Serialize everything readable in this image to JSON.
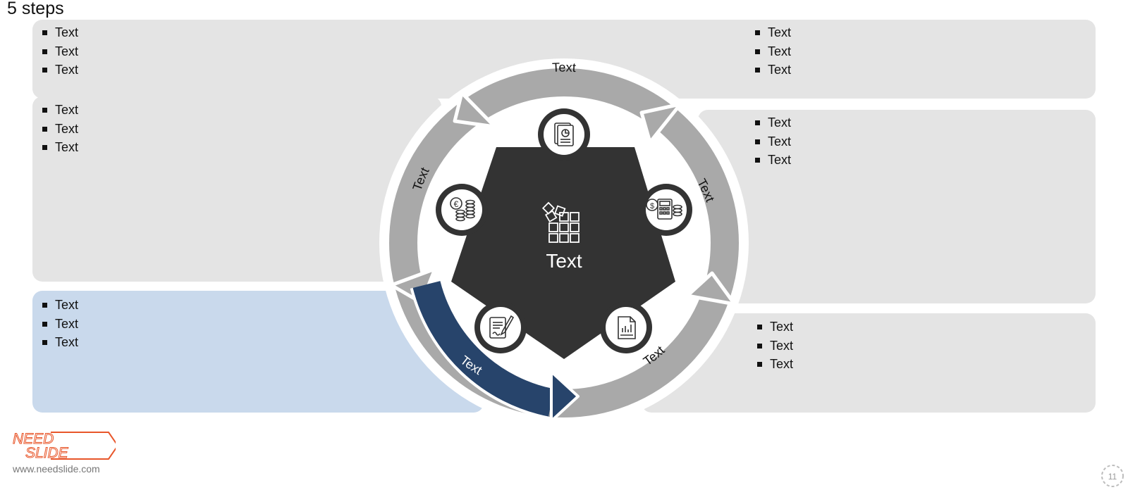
{
  "title": "5 steps",
  "panels": {
    "top_left": [
      "Text",
      "Text",
      "Text"
    ],
    "top_right": [
      "Text",
      "Text",
      "Text"
    ],
    "mid_left": [
      "Text",
      "Text",
      "Text"
    ],
    "mid_right": [
      "Text",
      "Text",
      "Text"
    ],
    "bottom_left": [
      "Text",
      "Text",
      "Text"
    ],
    "bottom_right": [
      "Text",
      "Text",
      "Text"
    ]
  },
  "cycle": {
    "center_label": "Text",
    "arrow_labels": {
      "top": "Text",
      "right": "Text",
      "bottom_right": "Text",
      "bottom_left": "Text",
      "left": "Text"
    },
    "icons": [
      "document-chart-icon",
      "calculator-money-icon",
      "report-chart-icon",
      "contract-signature-icon",
      "euro-coins-icon",
      "puzzle-blocks-icon"
    ]
  },
  "colors": {
    "panel": "#e4e4e4",
    "highlight_panel": "#c9d9ec",
    "ring": "#a9a9a9",
    "highlight_arrow": "#27446b",
    "center": "#333333"
  },
  "footer": {
    "logo_line1": "NEED",
    "logo_line2": "SLIDE",
    "url": "www.needslide.com",
    "page_number": "11"
  }
}
